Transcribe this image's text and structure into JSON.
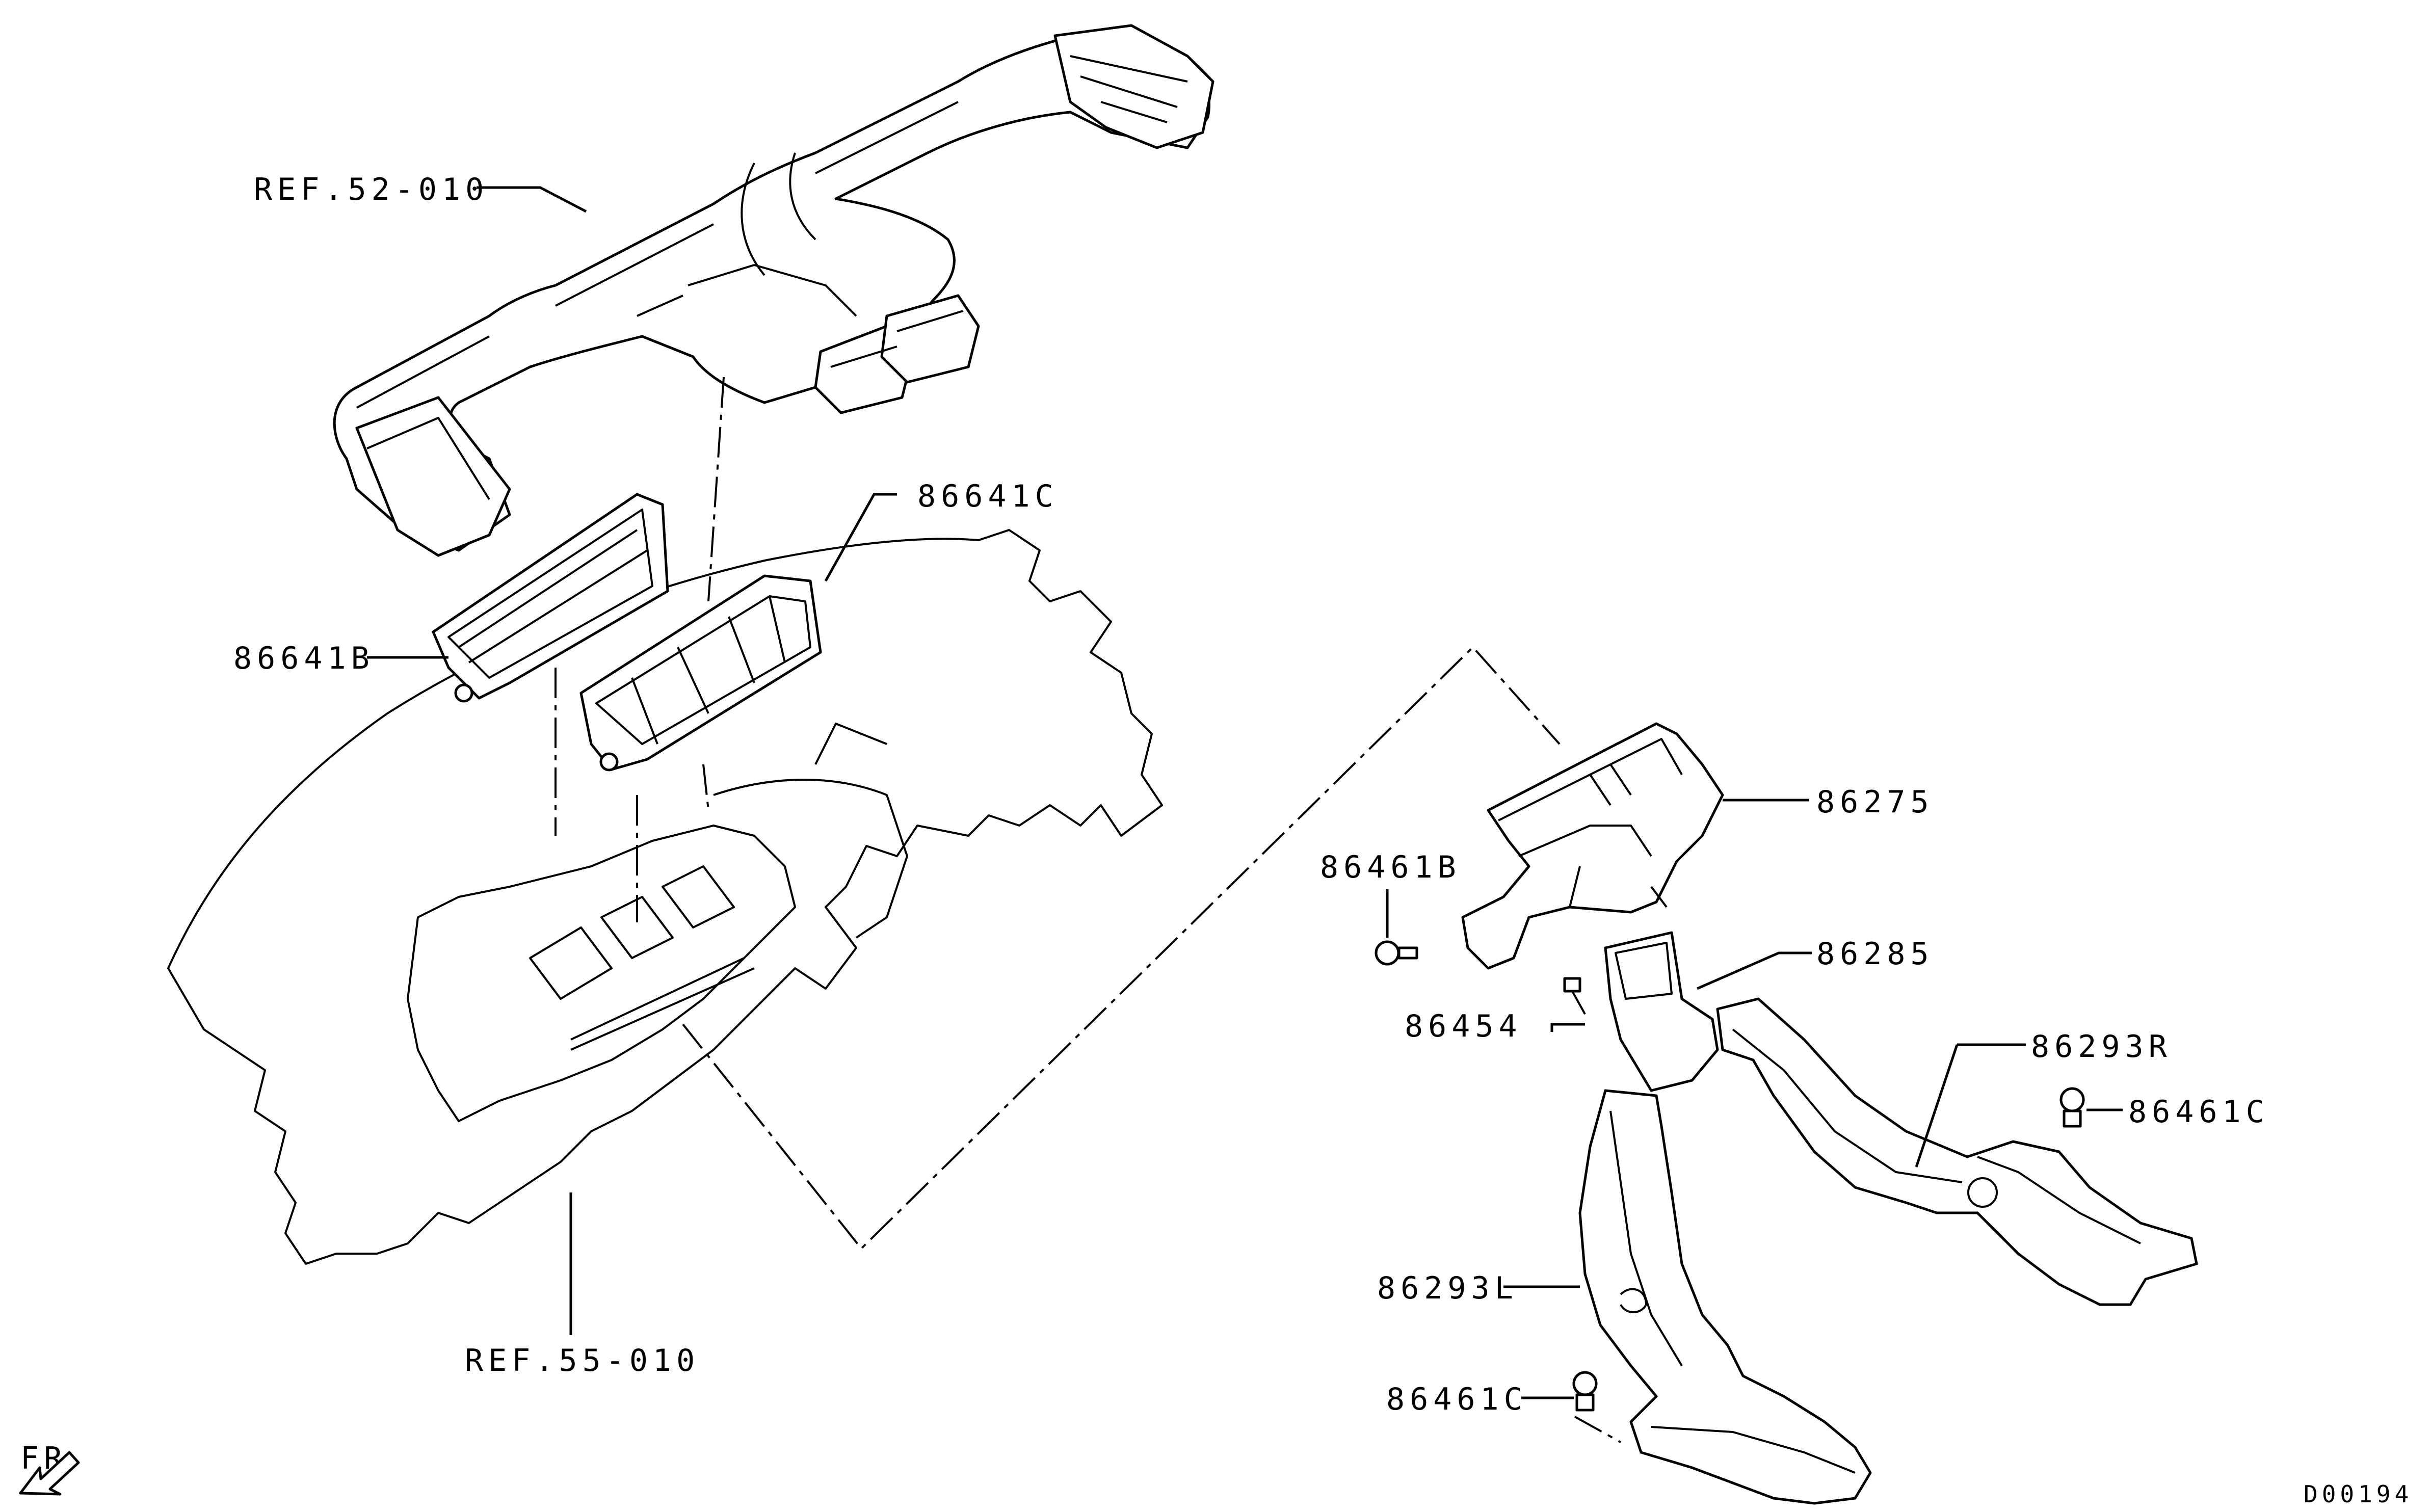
{
  "labels": {
    "ref_52_010": "REF.52-010",
    "p86641c": "86641C",
    "p86641b": "86641B",
    "p86275": "86275",
    "p86461b": "86461B",
    "p86285": "86285",
    "p86454": "86454",
    "p86293r": "86293R",
    "p86461c_right": "86461C",
    "p86293l": "86293L",
    "ref_55_010": "REF.55-010",
    "p86461c_bottom": "86461C",
    "fr": "FR",
    "diagram_code": "D00194"
  },
  "icons": {
    "front_arrow": "front-direction-arrow-icon"
  }
}
